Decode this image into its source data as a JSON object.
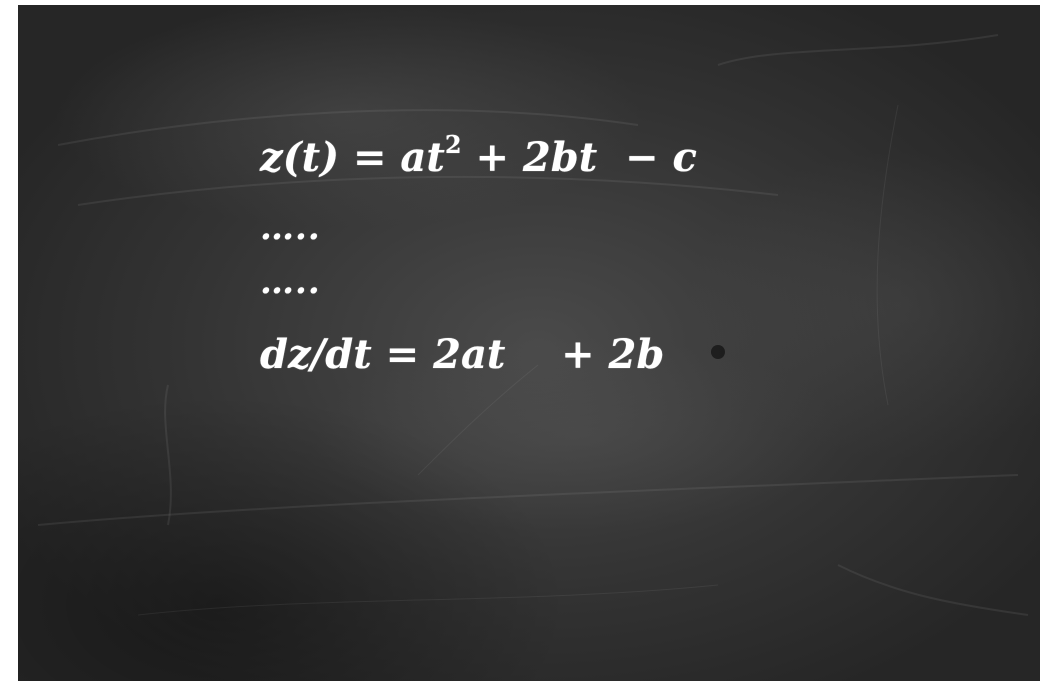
{
  "equations": {
    "line1": {
      "lhs": "z(t)",
      "eq": " = ",
      "term1": "at",
      "exp": "2",
      "plus": " + ",
      "term2": "2bt",
      "minus": "  − ",
      "term3": "c"
    },
    "line2": "…..",
    "line3": "…..",
    "line4": {
      "lhs": "dz/dt",
      "eq": " = ",
      "term1": "2at",
      "plus": "    + ",
      "term2": "2b"
    }
  },
  "colors": {
    "board": "#3a3a3a",
    "chalk": "#ffffff",
    "frame": "#ffffff"
  }
}
